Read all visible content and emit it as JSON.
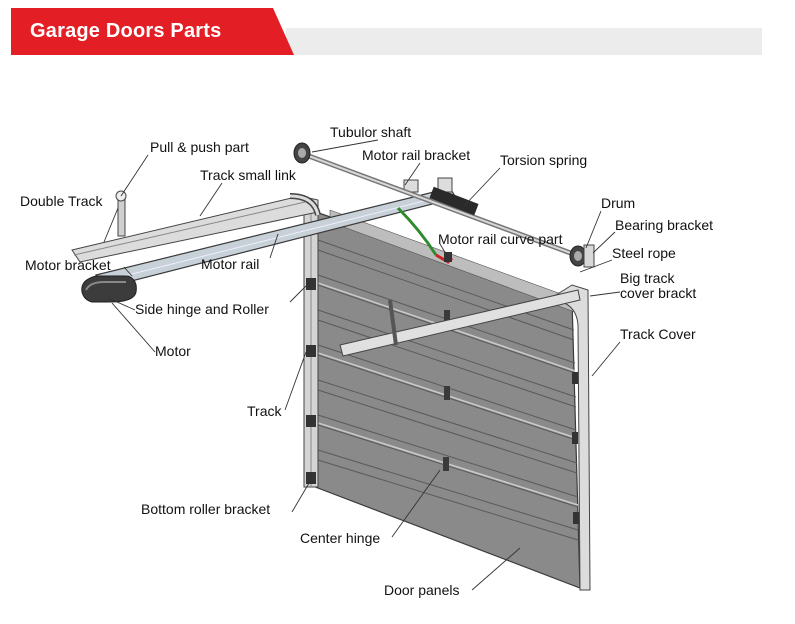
{
  "header": {
    "title": "Garage Doors Parts",
    "accent_color": "#e31e24"
  },
  "labels": {
    "tubular_shaft": "Tubulor shaft",
    "pull_push_part": "Pull & push part",
    "motor_rail_bracket": "Motor rail bracket",
    "torsion_spring": "Torsion spring",
    "track_small_link": "Track small link",
    "double_track": "Double Track",
    "drum": "Drum",
    "bearing_bracket": "Bearing bracket",
    "motor_rail_curve_part": "Motor rail curve part",
    "steel_rope": "Steel rope",
    "motor_bracket": "Motor bracket",
    "motor_rail": "Motor rail",
    "big_track_cover_bracket_line1": "Big track",
    "big_track_cover_bracket_line2": "cover brackt",
    "side_hinge_roller": "Side hinge and Roller",
    "track_cover": "Track Cover",
    "motor": "Motor",
    "track": "Track",
    "bottom_roller_bracket": "Bottom roller bracket",
    "center_hinge": "Center hinge",
    "door_panels": "Door panels"
  }
}
